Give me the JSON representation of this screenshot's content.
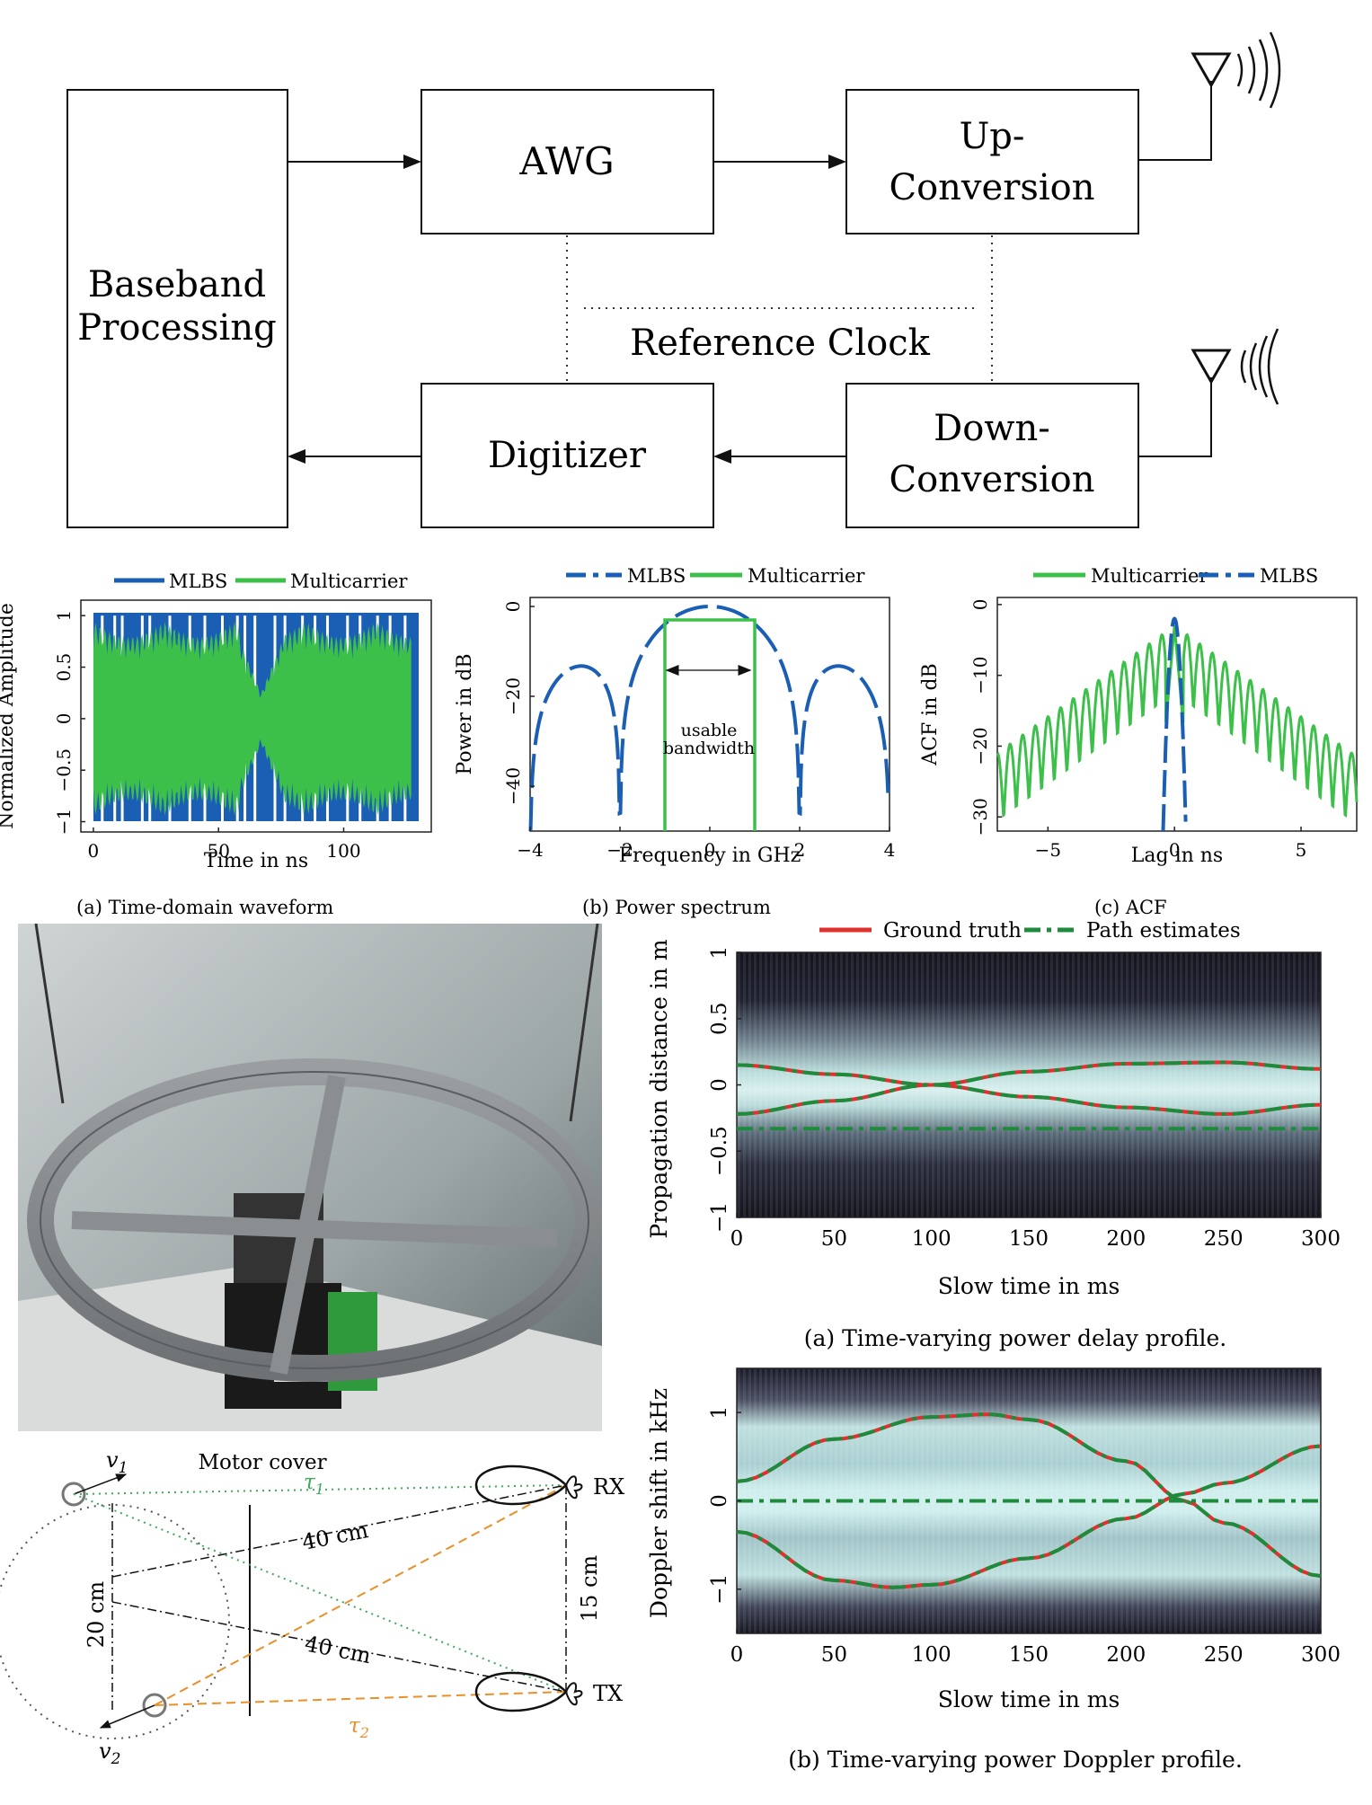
{
  "block_diagram": {
    "baseband": [
      "Baseband",
      "Processing"
    ],
    "awg": "AWG",
    "upconversion": [
      "Up-",
      "Conversion"
    ],
    "reference_clock": "Reference Clock",
    "digitizer": "Digitizer",
    "downconversion": [
      "Down-",
      "Conversion"
    ]
  },
  "captions": {
    "a": "(a)  Time-domain waveform",
    "b": "(b)  Power spectrum",
    "c": "(c)  ACF",
    "pdp": "(a) Time-varying power delay profile.",
    "doppler": "(b) Time-varying power Doppler profile."
  },
  "annotation": {
    "usable": "usable",
    "bandwidth": "bandwidth"
  },
  "geometry_labels": {
    "motor_cover": "Motor cover",
    "v1": "v",
    "v1_sub": "1",
    "v2": "v",
    "v2_sub": "2",
    "tau1": "τ",
    "tau1_sub": "1",
    "tau2": "τ",
    "tau2_sub": "2",
    "dist_top": "40 cm",
    "dist_bottom": "40 cm",
    "diameter": "20 cm",
    "separation": "15 cm",
    "rx": "RX",
    "tx": "TX"
  },
  "colors": {
    "mlbs": "#1a5fb4",
    "multicarrier": "#3cc04a",
    "ground_truth": "#e0312f",
    "estimates": "#1e8a3c",
    "tau1": "#3daa5a",
    "tau2": "#e8902a",
    "heat_dark": "#1d1d2b",
    "heat_light": "#cfeeed",
    "photo_wall": "#6e7a7c",
    "photo_ring": "#8a8e91"
  },
  "chart_data": [
    {
      "type": "line",
      "id": "time_domain",
      "xlabel": "Time in ns",
      "ylabel": "Normalized Amplitude",
      "xlim": [
        -5,
        135
      ],
      "ylim": [
        -1.1,
        1.15
      ],
      "xticks": [
        "0",
        "50",
        "100"
      ],
      "yticks": [
        "−1",
        "−0.5",
        "0",
        "0.5",
        "1"
      ],
      "series": [
        {
          "name": "MLBS",
          "x_range": [
            0,
            127
          ],
          "values_between": [
            -1,
            1
          ],
          "description_values": "binary ±1 sequence"
        },
        {
          "name": "Multicarrier",
          "x_range": [
            0,
            127
          ],
          "envelope_peak": 1,
          "dip_at": 67
        }
      ]
    },
    {
      "type": "line",
      "id": "power_spectrum",
      "xlabel": "Frequency in GHz",
      "ylabel": "Power in dB",
      "xlim": [
        -4,
        4
      ],
      "ylim": [
        -50,
        2
      ],
      "xticks": [
        "−4",
        "−2",
        "0",
        "2",
        "4"
      ],
      "yticks": [
        "−40",
        "−20",
        "0"
      ],
      "series": [
        {
          "name": "MLBS",
          "style": "dashed",
          "sidelobe_peak_dB": -12,
          "nulls_GHz": [
            -4,
            -2,
            2,
            4
          ]
        },
        {
          "name": "Multicarrier",
          "band_GHz": [
            -1,
            1
          ],
          "level_dB": -3
        }
      ]
    },
    {
      "type": "line",
      "id": "acf",
      "xlabel": "Lag in ns",
      "ylabel": "ACF in dB",
      "xlim": [
        -7,
        7.2
      ],
      "ylim": [
        -32,
        1
      ],
      "xticks": [
        "−5",
        "0",
        "5"
      ],
      "yticks": [
        "−30",
        "−20",
        "−10",
        "0"
      ],
      "series": [
        {
          "name": "Multicarrier",
          "peak_dB": -3,
          "floor_edge_dB": -21
        },
        {
          "name": "MLBS",
          "style": "dashed",
          "peak_dB": -2,
          "width_ns": 0.9
        }
      ]
    },
    {
      "type": "heatmap",
      "id": "pdp",
      "xlabel": "Slow time in ms",
      "ylabel": "Propagation distance in m",
      "xlim": [
        0,
        300
      ],
      "ylim": [
        -1,
        1
      ],
      "xticks": [
        "0",
        "50",
        "100",
        "150",
        "200",
        "250",
        "300"
      ],
      "yticks": [
        "−1",
        "−0.5",
        "0",
        "0.5",
        "1"
      ],
      "legend": [
        "Ground truth",
        "Path estimates"
      ],
      "series": [
        {
          "name": "path_1",
          "x": [
            0,
            50,
            100,
            150,
            200,
            250,
            300
          ],
          "y": [
            0.15,
            0.08,
            0.0,
            -0.09,
            -0.17,
            -0.22,
            -0.15
          ]
        },
        {
          "name": "path_2",
          "x": [
            0,
            50,
            100,
            150,
            200,
            250,
            300
          ],
          "y": [
            -0.22,
            -0.12,
            0.0,
            0.1,
            0.16,
            0.17,
            0.12
          ]
        },
        {
          "name": "path_static",
          "x": [
            0,
            300
          ],
          "y": [
            -0.33,
            -0.33
          ]
        }
      ]
    },
    {
      "type": "heatmap",
      "id": "doppler",
      "xlabel": "Slow time in ms",
      "ylabel": "Doppler shift in kHz",
      "xlim": [
        0,
        300
      ],
      "ylim": [
        -1.5,
        1.5
      ],
      "xticks": [
        "0",
        "50",
        "100",
        "150",
        "200",
        "250",
        "300"
      ],
      "yticks": [
        "−1",
        "0",
        "1"
      ],
      "series": [
        {
          "name": "path_1",
          "x": [
            0,
            50,
            100,
            130,
            150,
            200,
            230,
            250,
            300
          ],
          "y": [
            0.22,
            0.7,
            0.95,
            0.98,
            0.92,
            0.45,
            0.0,
            -0.25,
            -0.85
          ]
        },
        {
          "name": "path_2",
          "x": [
            0,
            50,
            80,
            100,
            150,
            200,
            230,
            250,
            300
          ],
          "y": [
            -0.35,
            -0.9,
            -0.98,
            -0.95,
            -0.65,
            -0.2,
            0.08,
            0.2,
            0.62
          ]
        },
        {
          "name": "static",
          "x": [
            0,
            300
          ],
          "y": [
            0.0,
            0.0
          ]
        }
      ]
    }
  ]
}
